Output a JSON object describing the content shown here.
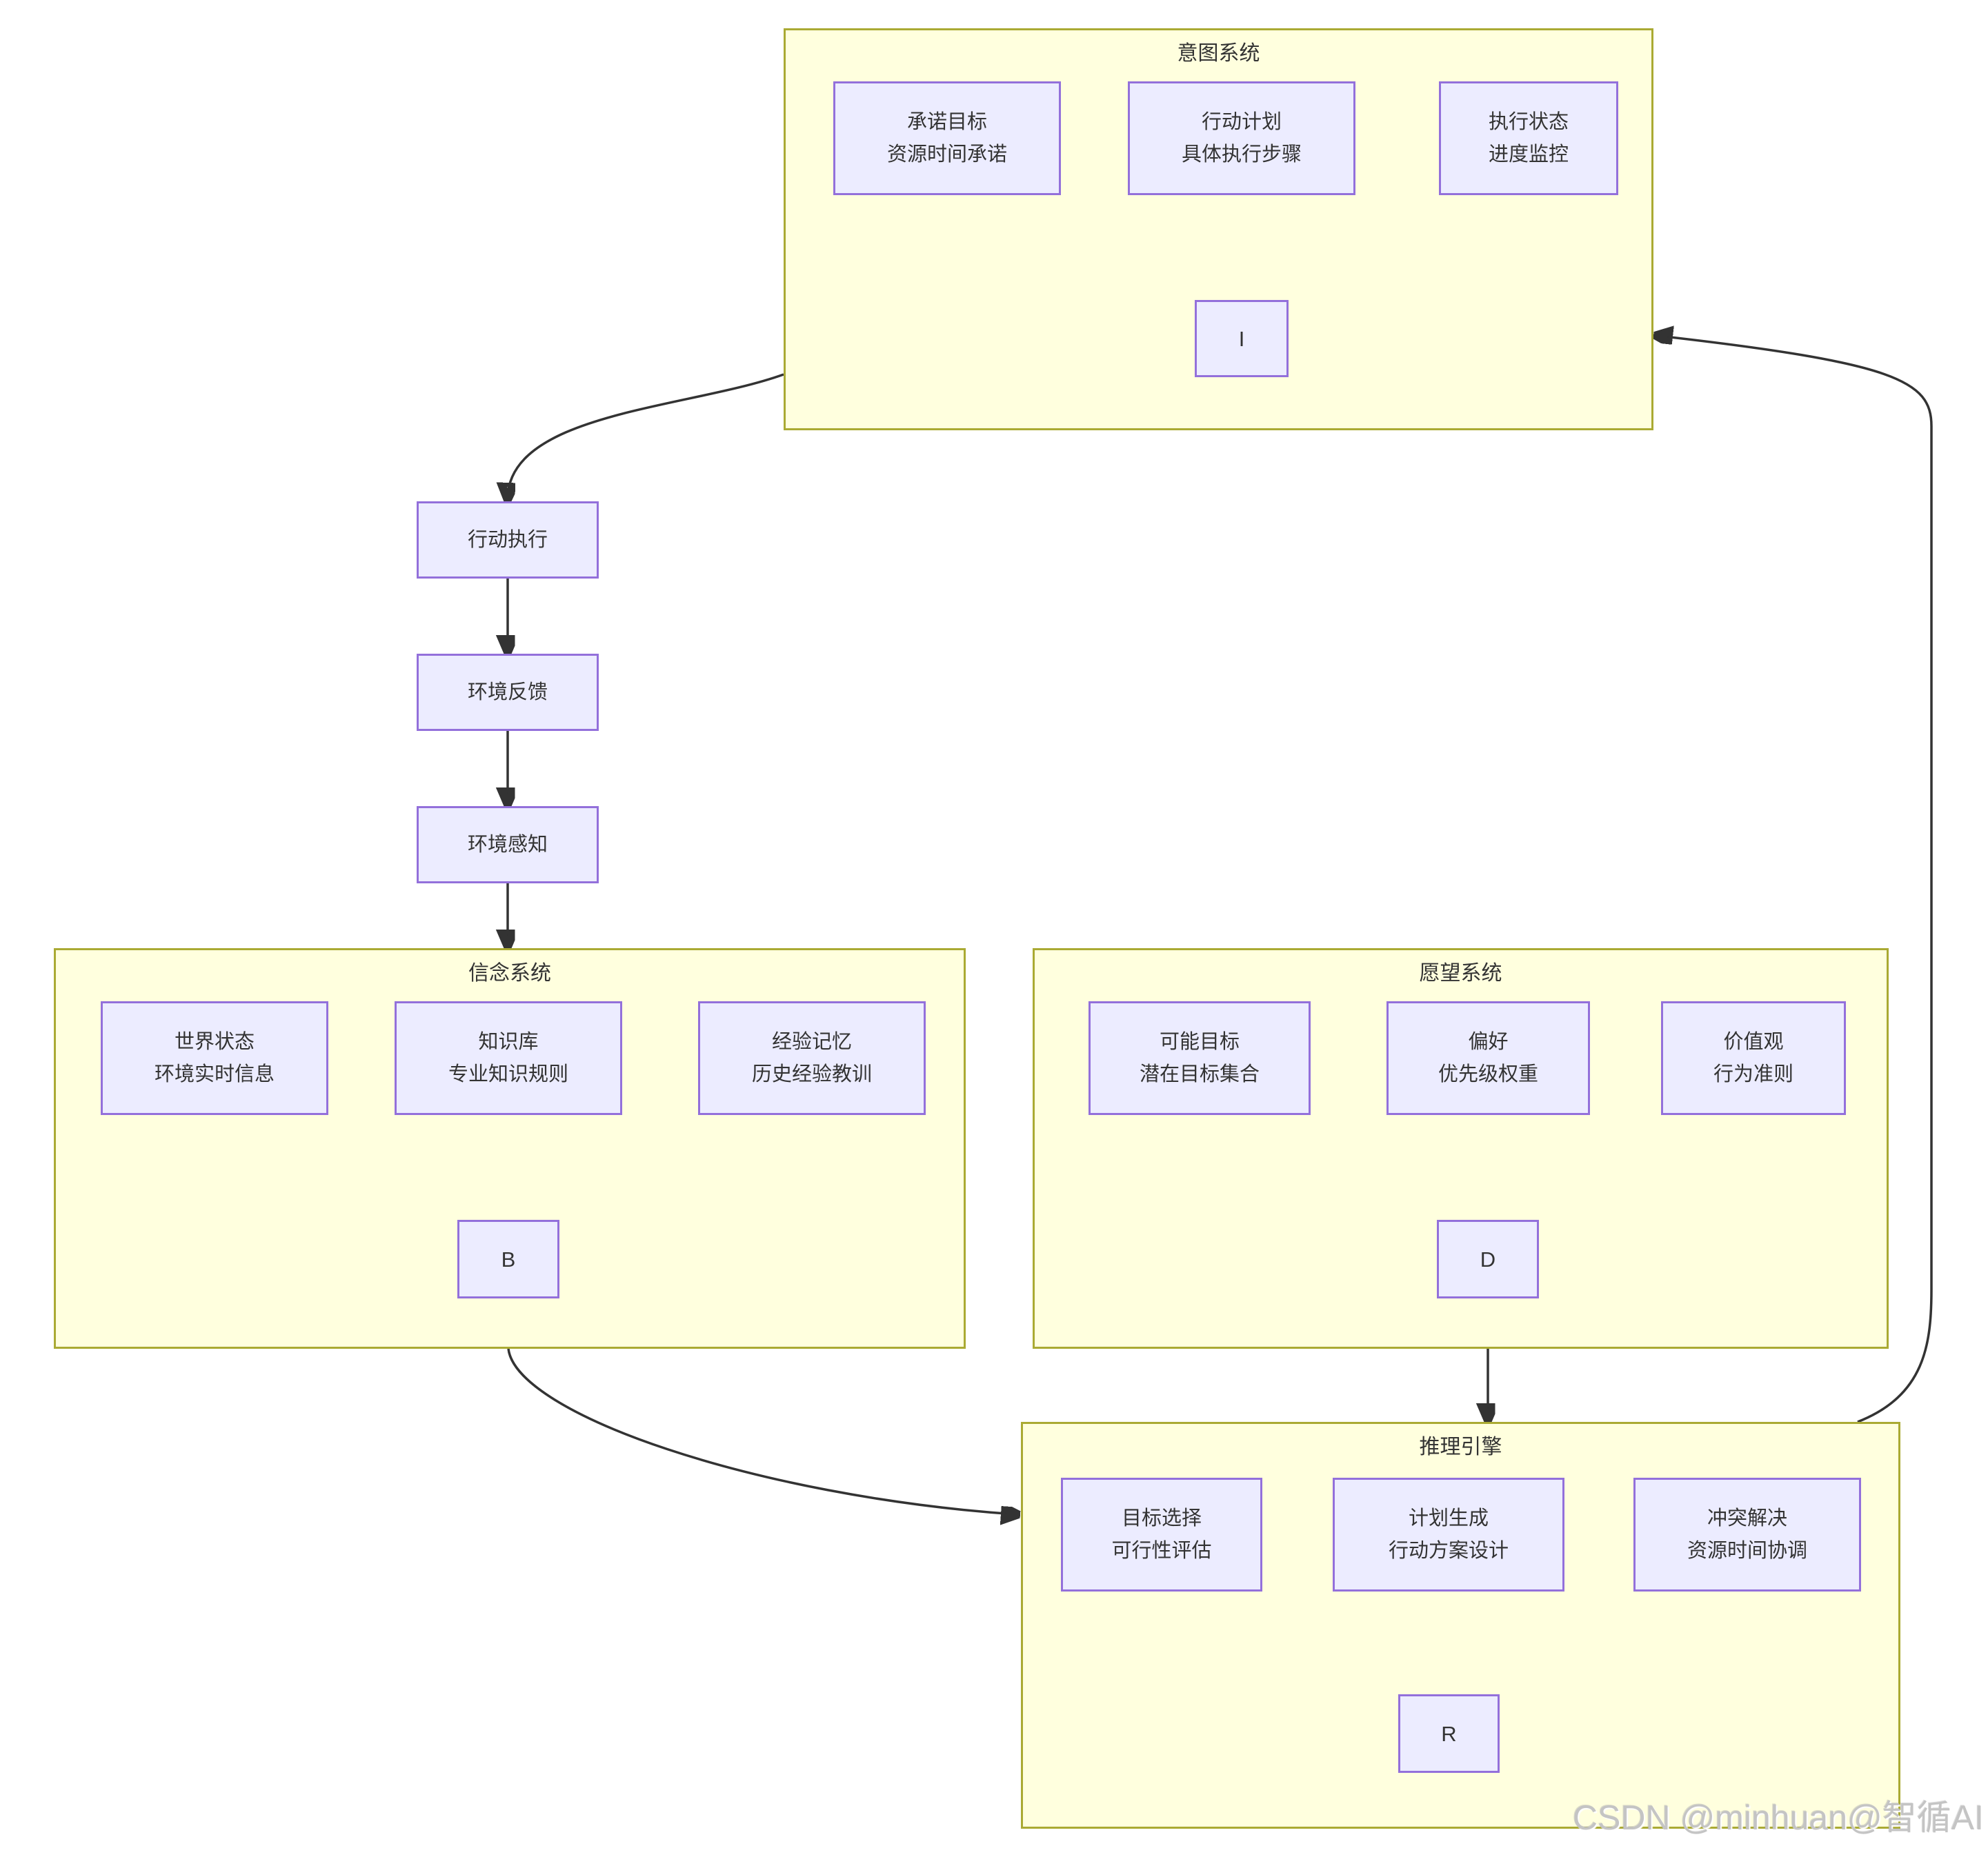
{
  "systems": {
    "intention": {
      "title": "意图系统",
      "nodes": {
        "commit_goal": {
          "line1": "承诺目标",
          "line2": "资源时间承诺"
        },
        "action_plan": {
          "line1": "行动计划",
          "line2": "具体执行步骤"
        },
        "exec_status": {
          "line1": "执行状态",
          "line2": "进度监控"
        }
      },
      "collector": "I"
    },
    "belief": {
      "title": "信念系统",
      "nodes": {
        "world_state": {
          "line1": "世界状态",
          "line2": "环境实时信息"
        },
        "knowledge": {
          "line1": "知识库",
          "line2": "专业知识规则"
        },
        "memory": {
          "line1": "经验记忆",
          "line2": "历史经验教训"
        }
      },
      "collector": "B"
    },
    "desire": {
      "title": "愿望系统",
      "nodes": {
        "possible_goal": {
          "line1": "可能目标",
          "line2": "潜在目标集合"
        },
        "preference": {
          "line1": "偏好",
          "line2": "优先级权重"
        },
        "values": {
          "line1": "价值观",
          "line2": "行为准则"
        }
      },
      "collector": "D"
    },
    "reasoning": {
      "title": "推理引擎",
      "nodes": {
        "goal_select": {
          "line1": "目标选择",
          "line2": "可行性评估"
        },
        "plan_gen": {
          "line1": "计划生成",
          "line2": "行动方案设计"
        },
        "conflict": {
          "line1": "冲突解决",
          "line2": "资源时间协调"
        }
      },
      "collector": "R"
    }
  },
  "process_chain": {
    "action_exec": "行动执行",
    "env_feedback": "环境反馈",
    "env_perception": "环境感知"
  },
  "watermark": "CSDN @minhuan@智循AI",
  "colors": {
    "container_fill": "#ffffde",
    "container_border": "#aaaa33",
    "node_fill": "#ECECFF",
    "node_border": "#9370DB",
    "edge": "#333333",
    "text": "#333333",
    "watermark": "#c4c4c4"
  }
}
